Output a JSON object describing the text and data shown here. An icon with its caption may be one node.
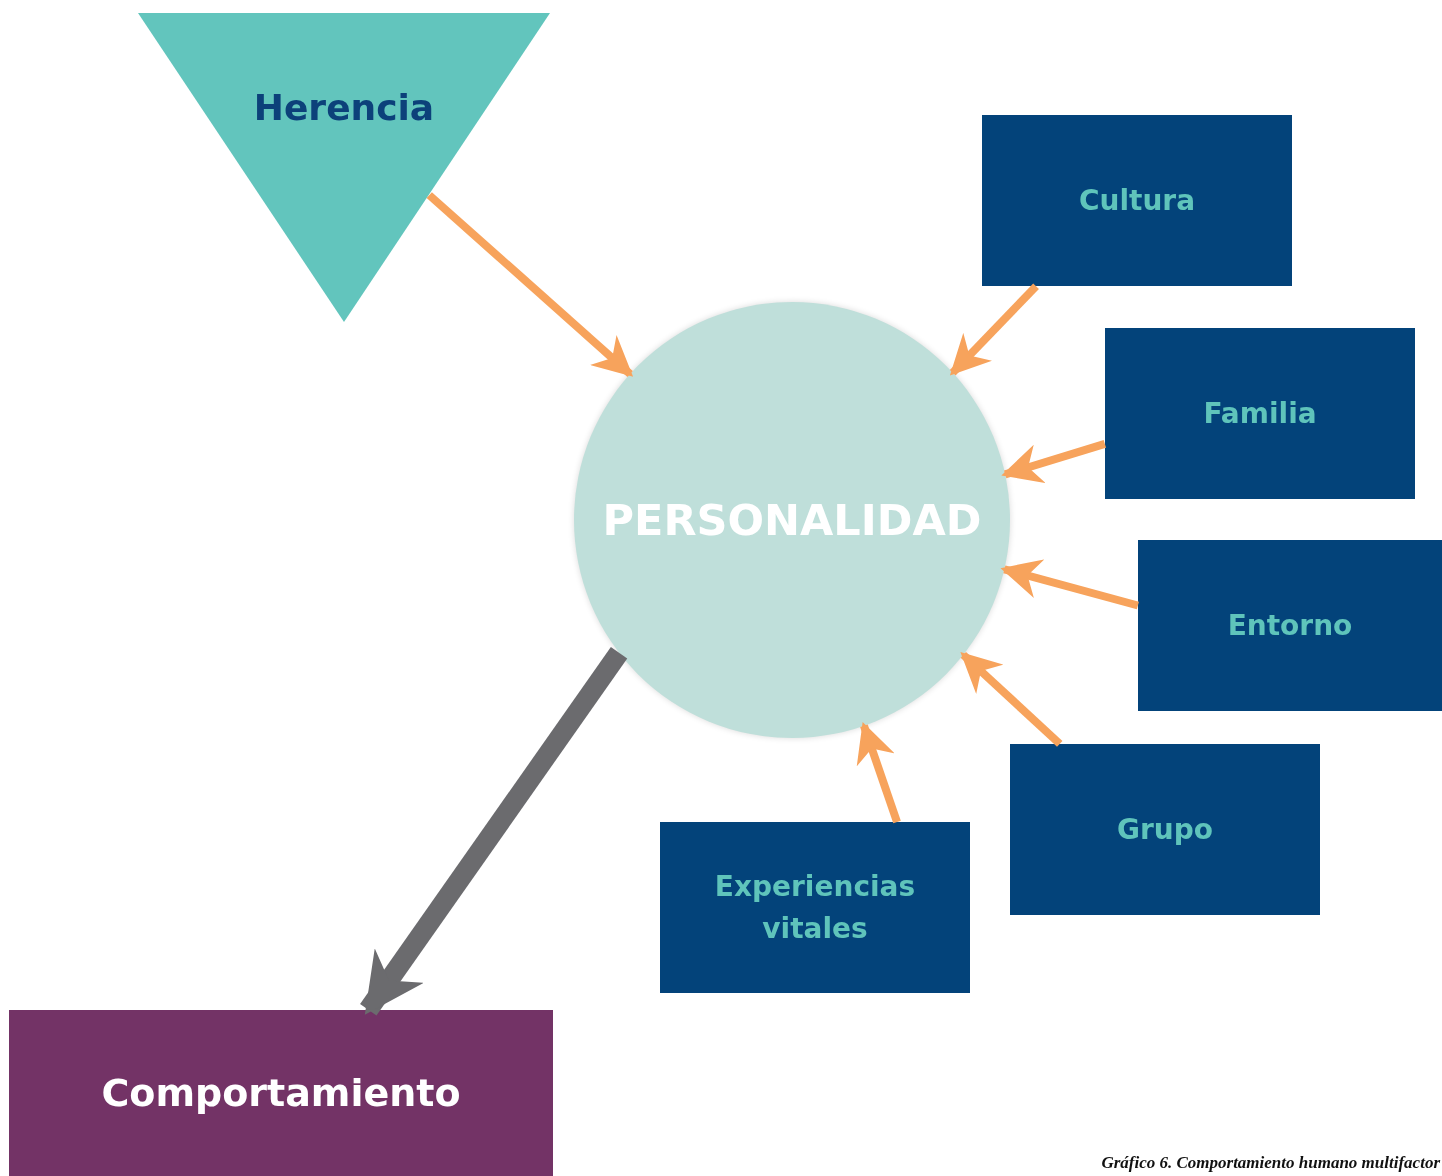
{
  "diagram": {
    "caption": "Gráfico 6. Comportamiento humano multifactor",
    "nodes": [
      {
        "text": [
          "Herencia"
        ]
      },
      {
        "text": [
          "PERSONALIDAD"
        ]
      },
      {
        "text": [
          "Cultura"
        ]
      },
      {
        "text": [
          "Familia"
        ]
      },
      {
        "text": [
          "Entorno"
        ]
      },
      {
        "text": [
          "Grupo"
        ]
      },
      {
        "text": [
          "Experiencias vitales"
        ]
      },
      {
        "text": [
          "Comportamiento"
        ]
      }
    ],
    "edges": [
      {
        "from": 0,
        "to": 1,
        "arrow": "to"
      },
      {
        "from": 2,
        "to": 1,
        "arrow": "to"
      },
      {
        "from": 3,
        "to": 1,
        "arrow": "to"
      },
      {
        "from": 4,
        "to": 1,
        "arrow": "to"
      },
      {
        "from": 5,
        "to": 1,
        "arrow": "to"
      },
      {
        "from": 6,
        "to": 1,
        "arrow": "to"
      },
      {
        "from": 1,
        "to": 7,
        "arrow": "to",
        "style": "thick",
        "color": "#6b6b6e"
      }
    ]
  }
}
